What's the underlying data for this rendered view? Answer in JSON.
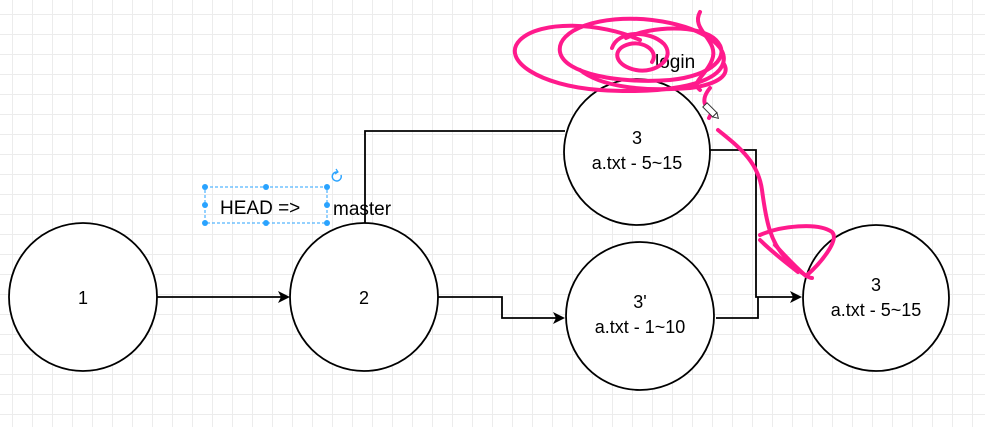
{
  "nodes": {
    "c1": {
      "line1": "1",
      "line2": ""
    },
    "c2": {
      "line1": "2",
      "line2": ""
    },
    "c3_top": {
      "line1": "3",
      "line2": "a.txt - 5~15"
    },
    "c3_prime": {
      "line1": "3'",
      "line2": "a.txt - 1~10"
    },
    "c3_right": {
      "line1": "3",
      "line2": "a.txt - 5~15"
    }
  },
  "labels": {
    "head": "HEAD =>",
    "master": "master",
    "login": "login"
  },
  "colors": {
    "stroke": "#000000",
    "selection": "#29a3ff",
    "scribble": "#ff1a8c"
  }
}
